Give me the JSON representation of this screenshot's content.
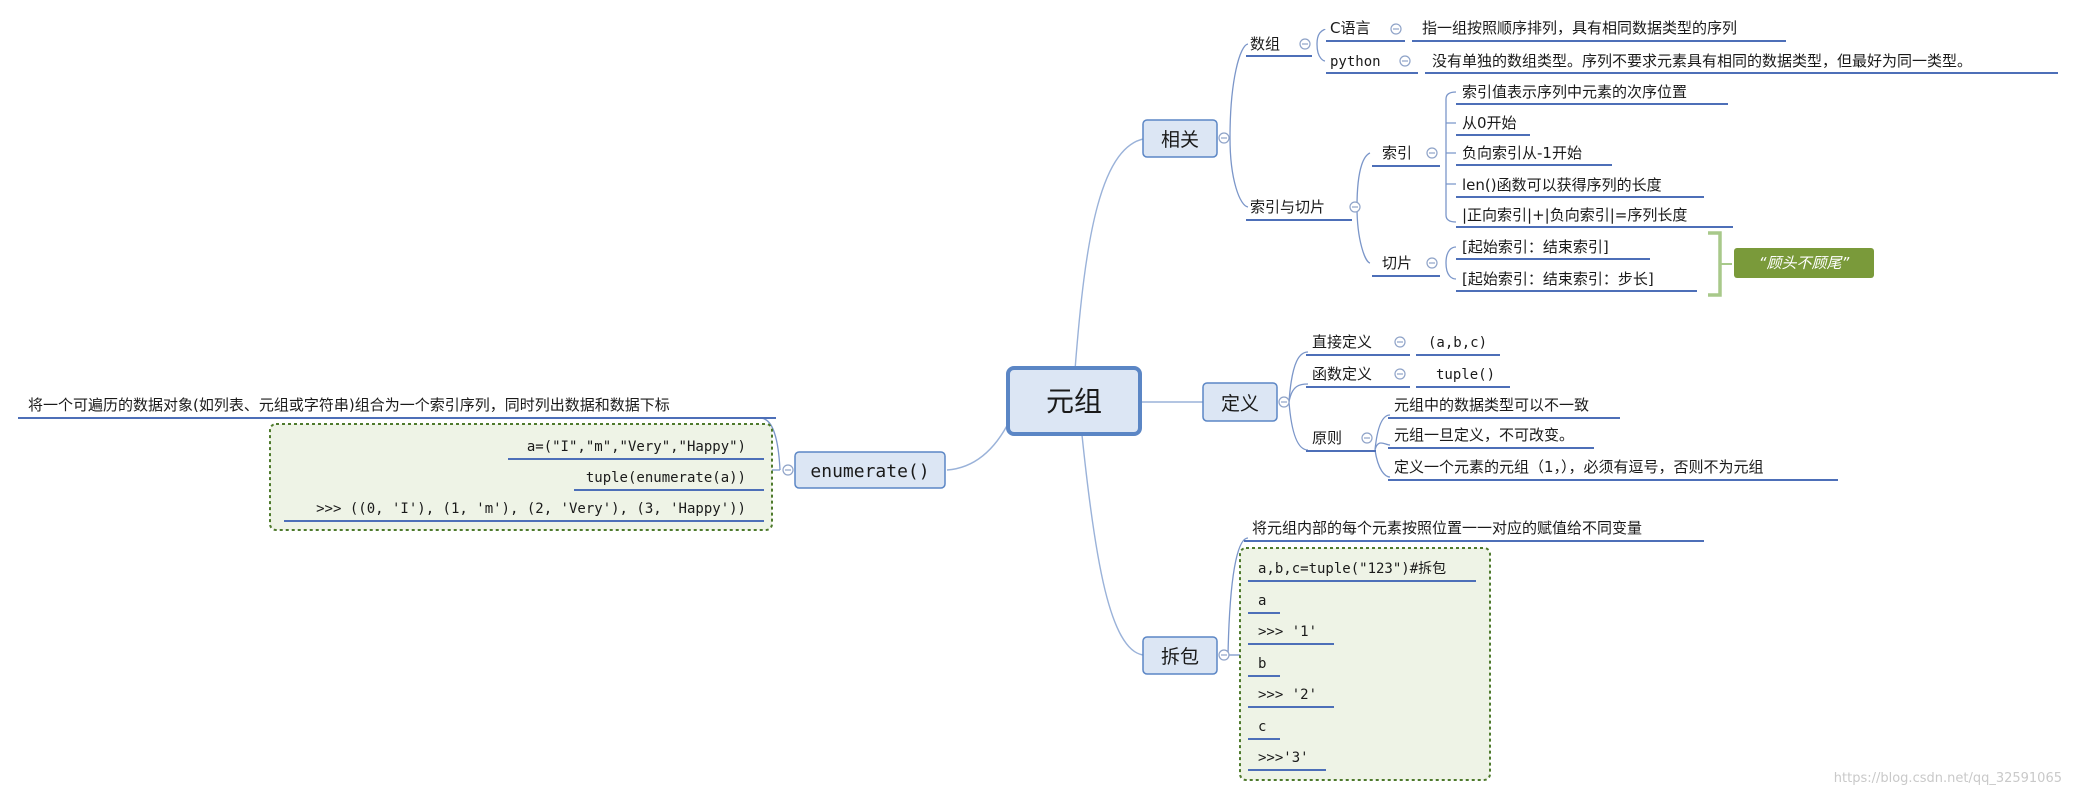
{
  "center": {
    "label": "元组"
  },
  "branches": {
    "related": {
      "label": "相关",
      "array": {
        "label": "数组",
        "c": {
          "label": "C语言",
          "desc": "指一组按照顺序排列，具有相同数据类型的序列"
        },
        "python": {
          "label": "python",
          "desc": "没有单独的数组类型。序列不要求元素具有相同的数据类型，但最好为同一类型。"
        }
      },
      "index_slice": {
        "label": "索引与切片",
        "index": {
          "label": "索引",
          "items": [
            "索引值表示序列中元素的次序位置",
            "从0开始",
            "负向索引从-1开始",
            "len()函数可以获得序列的长度",
            "|正向索引|+|负向索引|=序列长度"
          ]
        },
        "slice": {
          "label": "切片",
          "items": [
            "[起始索引：结束索引]",
            "[起始索引：结束索引：步长]"
          ],
          "note": "“顾头不顾尾”"
        }
      }
    },
    "definition": {
      "label": "定义",
      "direct": {
        "label": "直接定义",
        "value": "(a,b,c)"
      },
      "func": {
        "label": "函数定义",
        "value": "tuple()"
      },
      "principle": {
        "label": "原则",
        "items": [
          "元组中的数据类型可以不一致",
          "元组一旦定义，不可改变。",
          "定义一个元素的元组（1，），必须有逗号，否则不为元组"
        ]
      }
    },
    "unpack": {
      "label": "拆包",
      "desc": "将元组内部的每个元素按照位置一一对应的赋值给不同变量",
      "code": [
        "a,b,c=tuple(\"123\")#拆包",
        "a",
        ">>> '1'",
        "b",
        ">>> '2'",
        "c",
        ">>>'3'"
      ]
    },
    "enumerate": {
      "label": "enumerate()",
      "desc": "将一个可遍历的数据对象(如列表、元组或字符串)组合为一个索引序列，同时列出数据和数据下标",
      "code": [
        "a=(\"I\",\"m\",\"Very\",\"Happy\")",
        "tuple(enumerate(a))",
        ">>> ((0, 'I'), (1, 'm'), (2, 'Very'), (3, 'Happy'))"
      ]
    }
  },
  "watermark": "https://blog.csdn.net/qq_32591065",
  "colors": {
    "main_node_fill": "#dce6f4",
    "main_node_border": "#5b86c5",
    "underline": "#4d6fb8",
    "connector": "#9ab2d9",
    "code_box_fill": "#eef3e6",
    "code_box_border": "#4e7a2c",
    "callout_fill": "#7a9a3a",
    "bracket": "#a8c98a"
  }
}
